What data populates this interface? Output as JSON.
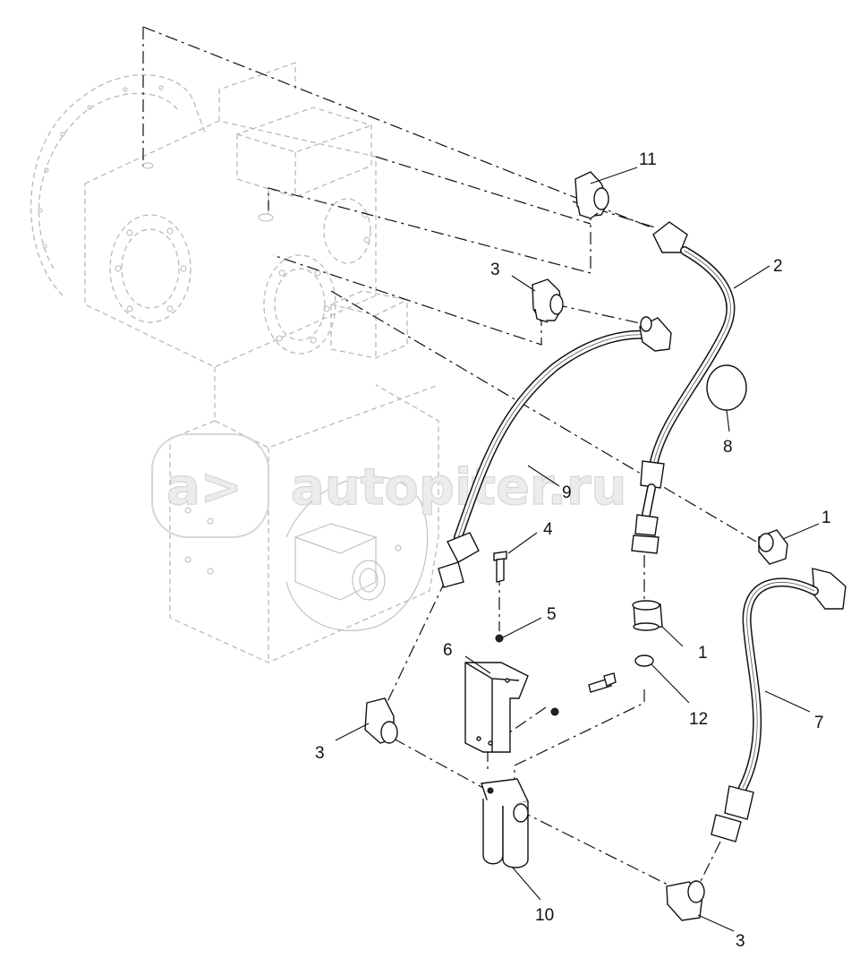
{
  "watermark": {
    "logo_text": "a>",
    "site_text": "autopiter.ru"
  },
  "callouts": [
    {
      "id": "c1a",
      "label": "1"
    },
    {
      "id": "c1b",
      "label": "1"
    },
    {
      "id": "c2",
      "label": "2"
    },
    {
      "id": "c3a",
      "label": "3"
    },
    {
      "id": "c3b",
      "label": "3"
    },
    {
      "id": "c3c",
      "label": "3"
    },
    {
      "id": "c4",
      "label": "4"
    },
    {
      "id": "c5",
      "label": "5"
    },
    {
      "id": "c6",
      "label": "6"
    },
    {
      "id": "c7",
      "label": "7"
    },
    {
      "id": "c8",
      "label": "8"
    },
    {
      "id": "c9",
      "label": "9"
    },
    {
      "id": "c10",
      "label": "10"
    },
    {
      "id": "c11",
      "label": "11"
    },
    {
      "id": "c12",
      "label": "12"
    }
  ],
  "colors": {
    "line": "#111111",
    "ghost": "#b9b9b9",
    "background": "#ffffff"
  }
}
